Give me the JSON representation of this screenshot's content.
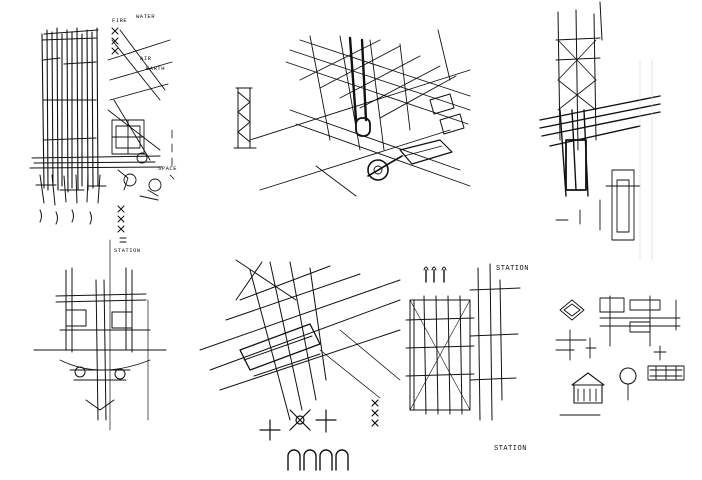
{
  "colors": {
    "ink": "#111111",
    "paper": "#ffffff",
    "rule": "#d6d6d6"
  },
  "sheet": {
    "sketches": [
      {
        "id": "tower-fire-water",
        "notes": [
          "FIRE",
          "WATER",
          "AIR",
          "EARTH",
          "SPACE",
          "STATION"
        ]
      },
      {
        "id": "pipe-isometric",
        "notes": []
      },
      {
        "id": "frame-tower-right",
        "notes": []
      },
      {
        "id": "tower-front-elevation",
        "notes": []
      },
      {
        "id": "diagonal-structure-station",
        "notes": [
          "STATION"
        ]
      },
      {
        "id": "elevation-station",
        "notes": [
          "STATION"
        ]
      },
      {
        "id": "small-details-house",
        "notes": []
      }
    ]
  }
}
